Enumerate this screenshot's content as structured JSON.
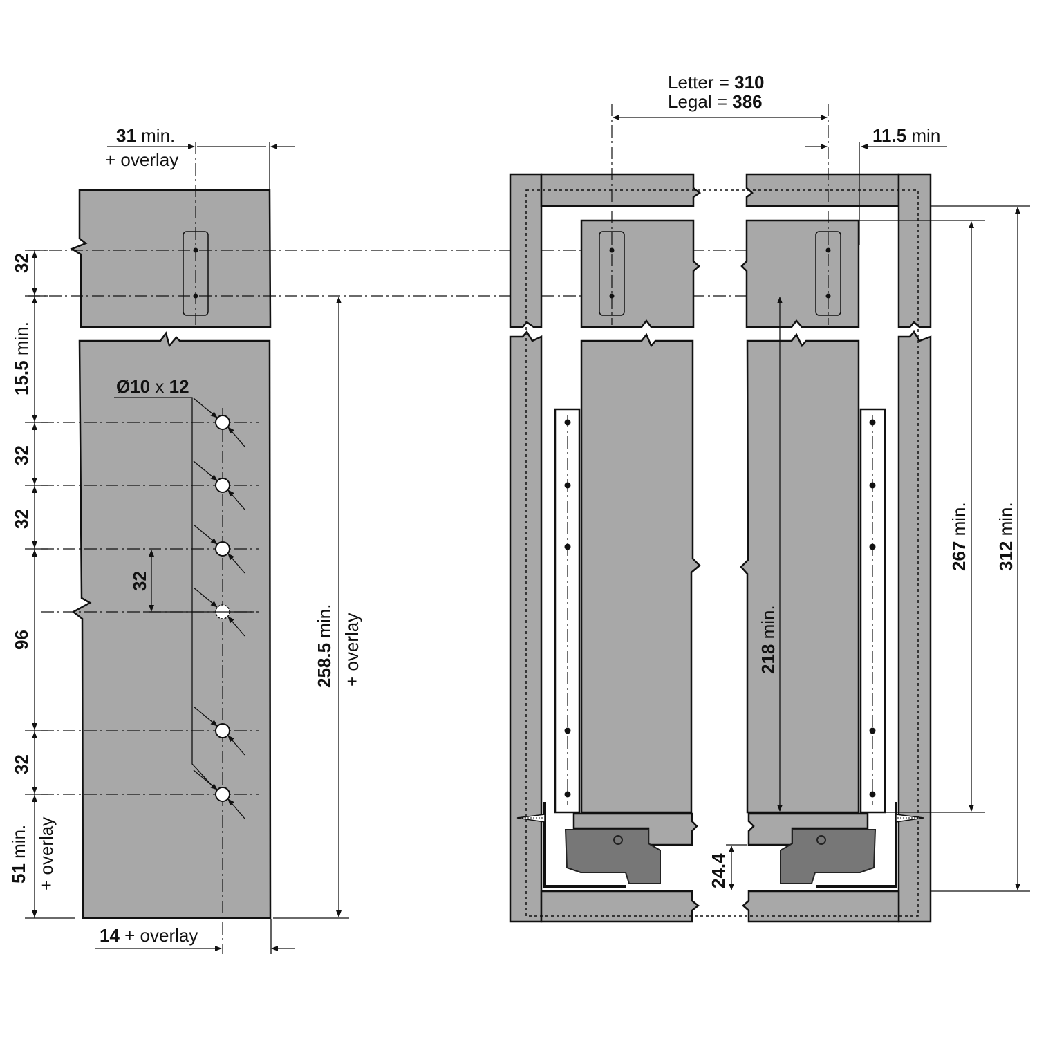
{
  "left_view": {
    "top_width": {
      "value": "31",
      "suffix": " min.",
      "note": "+ overlay"
    },
    "slot_spacing": "32",
    "offset_1": {
      "value": "15.5",
      "suffix": " min."
    },
    "hole_spacing_1": "32",
    "hole_spacing_2": "32",
    "hole_spacing_3": "96",
    "hole_spacing_4": "32",
    "bottom_offset": {
      "value": "51",
      "suffix": " min.",
      "note": "+ overlay"
    },
    "hole_spec": {
      "prefix": "Ø10",
      "middle": " x ",
      "value": "12"
    },
    "optional_spacing": "32",
    "total_height": {
      "value": "258.5",
      "suffix": " min.",
      "note": "+ overlay"
    },
    "bottom_width": {
      "value": "14",
      "suffix": " + overlay"
    }
  },
  "right_view": {
    "letter": {
      "label": "Letter = ",
      "value": "310"
    },
    "legal": {
      "label": "Legal = ",
      "value": "386"
    },
    "side_clearance": {
      "value": "11.5",
      "suffix": " min"
    },
    "inner_height": {
      "value": "267",
      "suffix": " min."
    },
    "outer_height": {
      "value": "312",
      "suffix": " min."
    },
    "drawer_height": {
      "value": "218",
      "suffix": " min."
    },
    "bottom_clearance": "24.4"
  },
  "colors": {
    "panel": "#a8a8a8",
    "hardware": "#777777"
  }
}
